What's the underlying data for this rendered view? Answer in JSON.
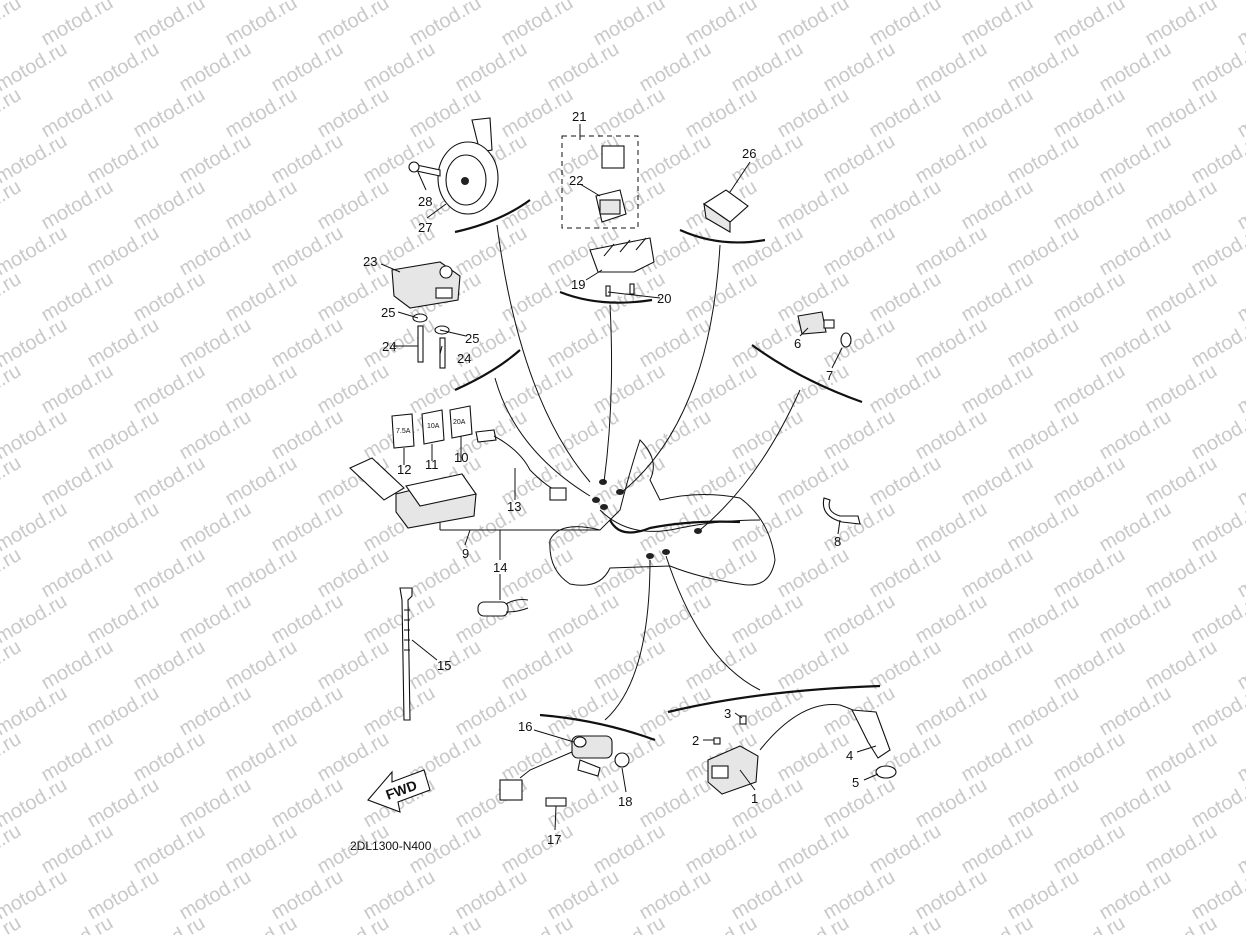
{
  "watermark": "motod.ru",
  "diagram_code": "2DL1300-N400",
  "fwd_label": "FWD",
  "fuses": {
    "f12": "7.5A",
    "f11": "10A",
    "f10": "20A"
  },
  "callouts": {
    "c1": "1",
    "c2": "2",
    "c3": "3",
    "c4": "4",
    "c5": "5",
    "c6": "6",
    "c7": "7",
    "c8": "8",
    "c9": "9",
    "c10": "10",
    "c11": "11",
    "c12": "12",
    "c13": "13",
    "c14": "14",
    "c15": "15",
    "c16": "16",
    "c17": "17",
    "c18": "18",
    "c19": "19",
    "c20": "20",
    "c21": "21",
    "c22": "22",
    "c23": "23",
    "c24a": "24",
    "c24b": "24",
    "c25a": "25",
    "c25b": "25",
    "c26": "26",
    "c27": "27",
    "c28": "28"
  }
}
